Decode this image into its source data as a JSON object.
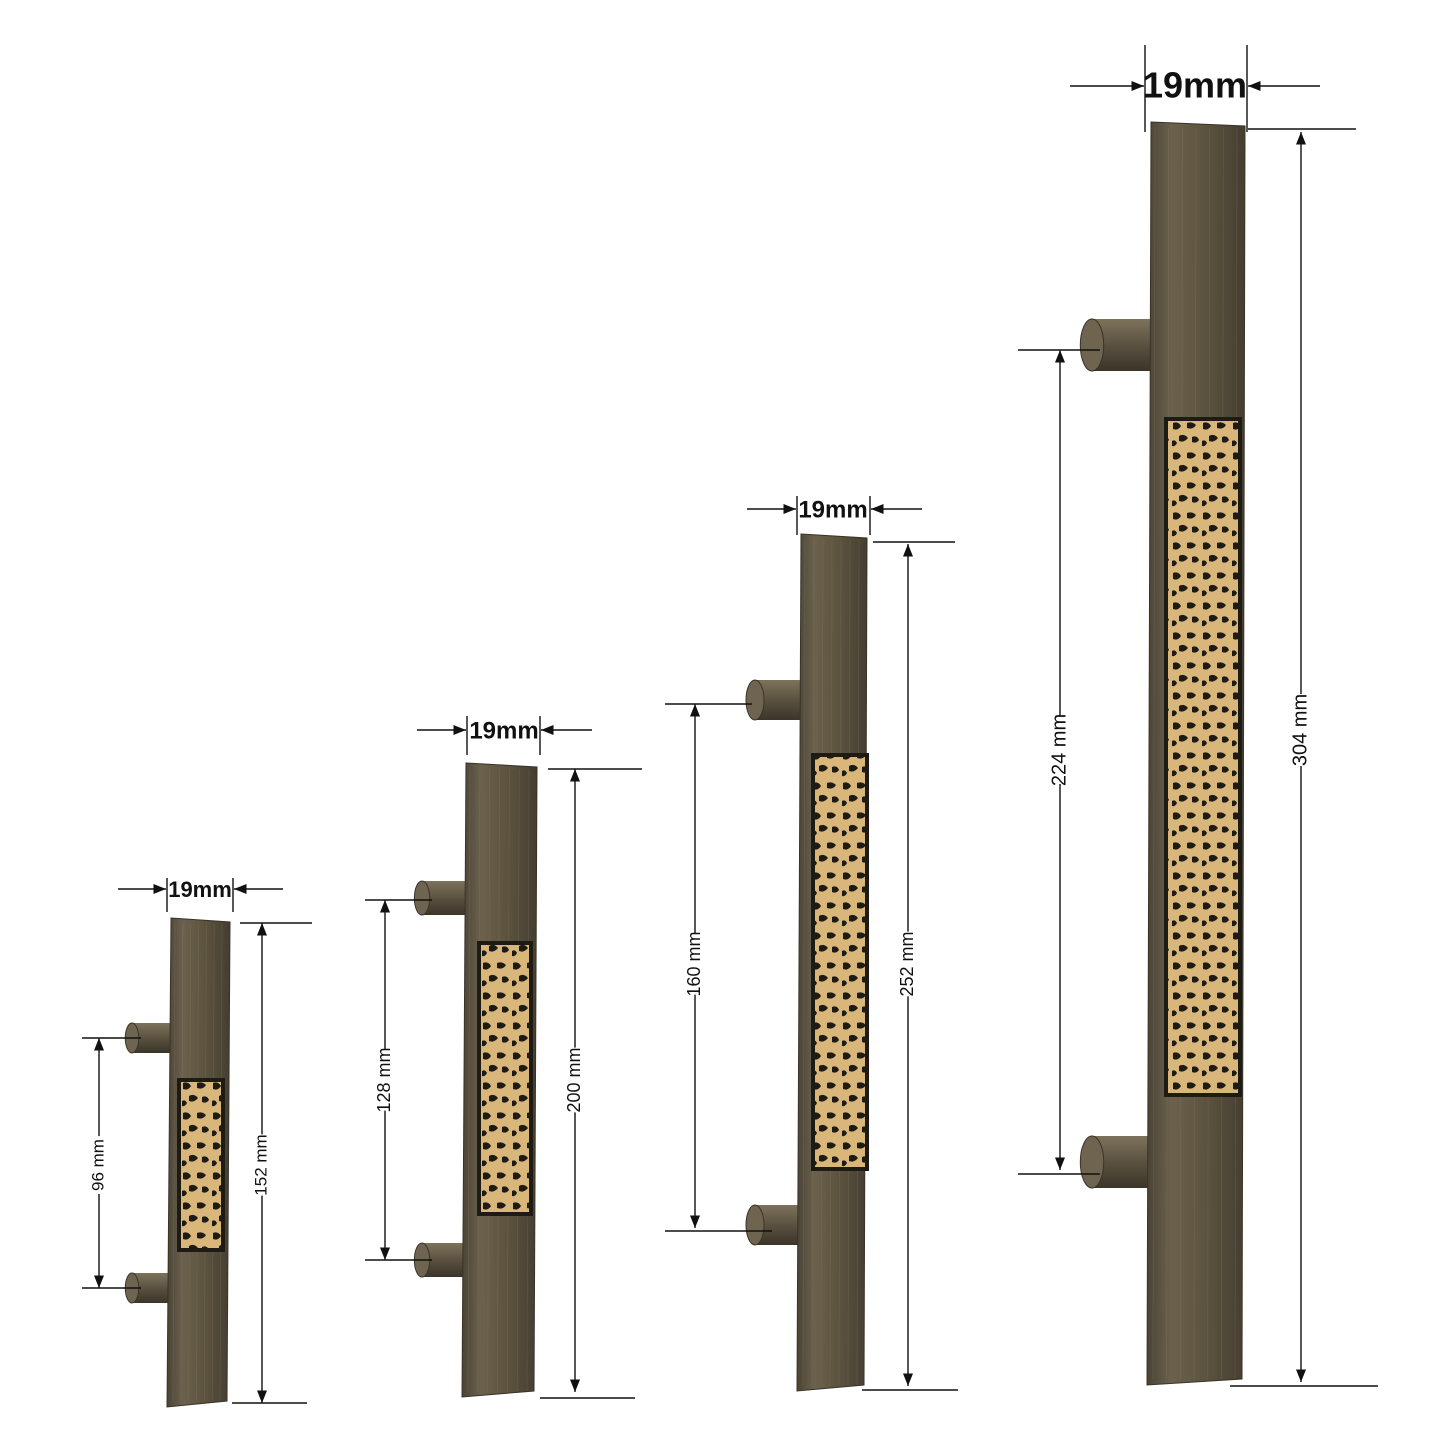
{
  "colors": {
    "handle": "#5f5644",
    "handle_dark": "#3f392c",
    "handle_light": "#7a705b",
    "insert_gold": "#d9b77a",
    "insert_frame": "#1e1a14",
    "dimension_line": "#111111"
  },
  "handles": [
    {
      "name": "handle-152",
      "width_label": "19mm",
      "center_label": "96 mm",
      "length_label": "152 mm"
    },
    {
      "name": "handle-200",
      "width_label": "19mm",
      "center_label": "128 mm",
      "length_label": "200 mm"
    },
    {
      "name": "handle-252",
      "width_label": "19mm",
      "center_label": "160 mm",
      "length_label": "252 mm"
    },
    {
      "name": "handle-304",
      "width_label": "19mm",
      "center_label": "224 mm",
      "length_label": "304 mm"
    }
  ]
}
